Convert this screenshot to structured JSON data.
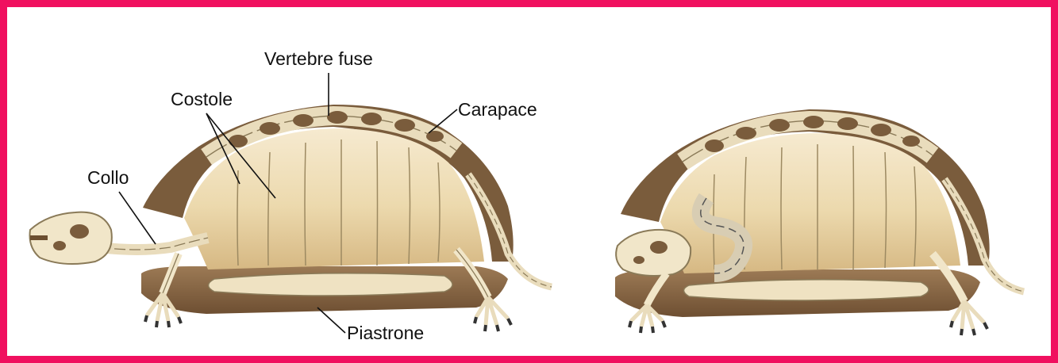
{
  "colors": {
    "border": "#f0105f",
    "bone": "#f1e6c9",
    "bone_outline": "#8a7a58",
    "shell_brown": "#7a5c3c",
    "shell_inner": "#e9d6a8",
    "plastron": "#8f6b47"
  },
  "labels": {
    "vertebrae": "Vertebre fuse",
    "ribs": "Costole",
    "carapace": "Carapace",
    "neck": "Collo",
    "plastron": "Piastrone"
  }
}
